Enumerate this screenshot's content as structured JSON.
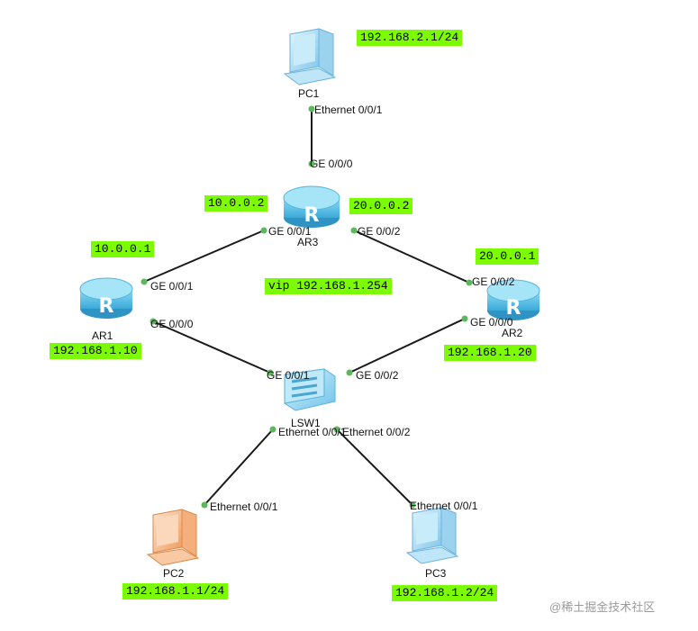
{
  "colors": {
    "address_highlight": "#7cfc00",
    "link_line": "#1a1a1a",
    "port_dot": "#5cb85c",
    "router_body": "#5fc3e8",
    "switch_body": "#8fd3f0",
    "pc_blue": "#a9dcf5",
    "pc_orange": "#f5b98a"
  },
  "devices": {
    "pc1": {
      "name": "PC1",
      "icon": "pc-icon",
      "ip": "192.168.2.1/24"
    },
    "ar3": {
      "name": "AR3",
      "icon": "router-icon",
      "ip_left": "10.0.0.2",
      "ip_right": "20.0.0.2"
    },
    "ar1": {
      "name": "AR1",
      "icon": "router-icon",
      "ip_top": "10.0.0.1",
      "ip_bottom": "192.168.1.10"
    },
    "ar2": {
      "name": "AR2",
      "icon": "router-icon",
      "ip_top": "20.0.0.1",
      "ip_bottom": "192.168.1.20"
    },
    "lsw1": {
      "name": "LSW1",
      "icon": "switch-icon"
    },
    "pc2": {
      "name": "PC2",
      "icon": "pc-icon",
      "ip": "192.168.1.1/24"
    },
    "pc3": {
      "name": "PC3",
      "icon": "pc-icon",
      "ip": "192.168.1.2/24"
    }
  },
  "vip": "vip 192.168.1.254",
  "ports": {
    "pc1_eth": "Ethernet 0/0/1",
    "ar3_ge000": "GE 0/0/0",
    "ar3_ge001": "GE 0/0/1",
    "ar3_ge002": "GE 0/0/2",
    "ar1_ge001": "GE 0/0/1",
    "ar1_ge000": "GE 0/0/0",
    "ar2_ge002": "GE 0/0/2",
    "ar2_ge000": "GE 0/0/0",
    "lsw1_ge001": "GE 0/0/1",
    "lsw1_ge002": "GE 0/0/2",
    "lsw1_eth001": "Ethernet 0/0/1",
    "lsw1_eth002": "Ethernet 0/0/2",
    "pc2_eth": "Ethernet 0/0/1",
    "pc3_eth": "Ethernet 0/0/1"
  },
  "watermark": "@稀土掘金技术社区"
}
